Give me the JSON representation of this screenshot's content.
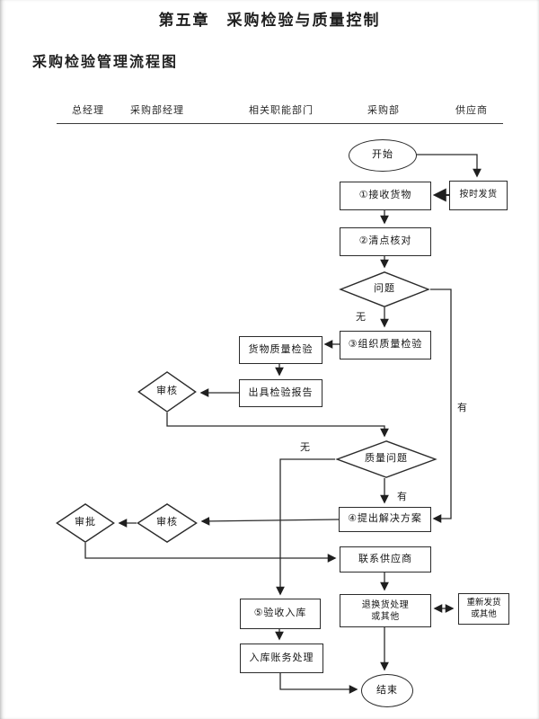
{
  "page": {
    "title": "第五章　采购检验与质量控制",
    "subtitle": "采购检验管理流程图"
  },
  "lanes": {
    "headers": [
      {
        "label": "总经理"
      },
      {
        "label": "采购部经理"
      },
      {
        "label": "相关职能部门"
      },
      {
        "label": "采购部"
      },
      {
        "label": "供应商"
      }
    ]
  },
  "flowchart": {
    "nodes": {
      "start": "开始",
      "ship_on_time": "按时发货",
      "receive_goods": "①接收货物",
      "count_check": "②清点核对",
      "problem": "问题",
      "organize_inspection": "③组织质量检验",
      "goods_quality_inspection": "货物质量检验",
      "issue_report": "出具检验报告",
      "review_1": "审核",
      "quality_problem": "质量问题",
      "propose_solution": "④提出解决方案",
      "approve": "审批",
      "review_2": "审核",
      "contact_supplier": "联系供应商",
      "warehouse_acceptance": "⑤验收入库",
      "return_exchange_line1": "退换货处理",
      "return_exchange_line2": "或其他",
      "reship_line1": "重新发货",
      "reship_line2": "或其他",
      "warehouse_accounting": "入库账务处理",
      "end": "结束"
    },
    "edge_labels": {
      "problem_no": "无",
      "problem_yes": "有",
      "quality_no": "无",
      "quality_yes": "有"
    }
  },
  "colors": {
    "ink": "#1f1f1f",
    "line": "#2b2b2b",
    "background": "#ffffff"
  }
}
